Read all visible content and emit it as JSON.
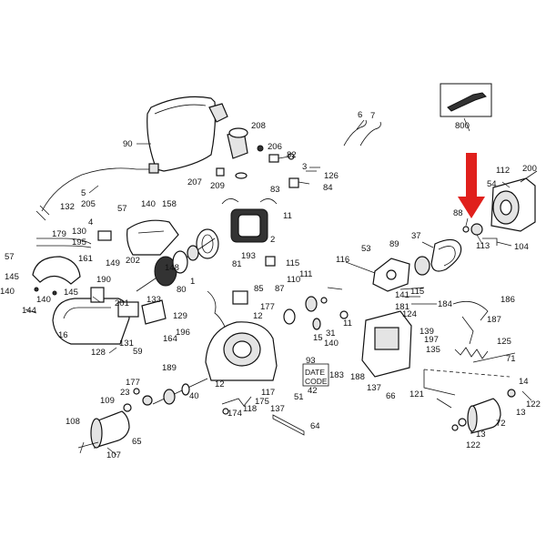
{
  "diagram": {
    "callouts": [
      {
        "id": "c5",
        "text": "5"
      },
      {
        "id": "c6",
        "text": "6"
      },
      {
        "id": "c7",
        "text": "7"
      },
      {
        "id": "c90",
        "text": "90"
      },
      {
        "id": "c208",
        "text": "208"
      },
      {
        "id": "c206",
        "text": "206"
      },
      {
        "id": "c82",
        "text": "82"
      },
      {
        "id": "c3",
        "text": "3"
      },
      {
        "id": "c126",
        "text": "126"
      },
      {
        "id": "c207",
        "text": "207"
      },
      {
        "id": "c209",
        "text": "209"
      },
      {
        "id": "c83",
        "text": "83"
      },
      {
        "id": "c84",
        "text": "84"
      },
      {
        "id": "c800",
        "text": "800"
      },
      {
        "id": "c112",
        "text": "112"
      },
      {
        "id": "c200",
        "text": "200"
      },
      {
        "id": "c54",
        "text": "54"
      },
      {
        "id": "c88",
        "text": "88"
      },
      {
        "id": "c113",
        "text": "113"
      },
      {
        "id": "c104",
        "text": "104"
      },
      {
        "id": "c132",
        "text": "132"
      },
      {
        "id": "c205",
        "text": "205"
      },
      {
        "id": "c140a",
        "text": "140"
      },
      {
        "id": "c158",
        "text": "158"
      },
      {
        "id": "c11a",
        "text": "11"
      },
      {
        "id": "c2",
        "text": "2"
      },
      {
        "id": "c57a",
        "text": "57"
      },
      {
        "id": "c4",
        "text": "4"
      },
      {
        "id": "c179",
        "text": "179"
      },
      {
        "id": "c130",
        "text": "130"
      },
      {
        "id": "c195",
        "text": "195"
      },
      {
        "id": "c161",
        "text": "161"
      },
      {
        "id": "c202",
        "text": "202"
      },
      {
        "id": "c149",
        "text": "149"
      },
      {
        "id": "c81",
        "text": "81"
      },
      {
        "id": "c193",
        "text": "193"
      },
      {
        "id": "c115a",
        "text": "115"
      },
      {
        "id": "c37",
        "text": "37"
      },
      {
        "id": "c53",
        "text": "53"
      },
      {
        "id": "c89",
        "text": "89"
      },
      {
        "id": "c116",
        "text": "116"
      },
      {
        "id": "c57b",
        "text": "57"
      },
      {
        "id": "c145a",
        "text": "145"
      },
      {
        "id": "c140b",
        "text": "140"
      },
      {
        "id": "c140c",
        "text": "140"
      },
      {
        "id": "c145b",
        "text": "145"
      },
      {
        "id": "c190",
        "text": "190"
      },
      {
        "id": "c148",
        "text": "148"
      },
      {
        "id": "c1",
        "text": "1"
      },
      {
        "id": "c80",
        "text": "80"
      },
      {
        "id": "c85",
        "text": "85"
      },
      {
        "id": "c111a",
        "text": "111"
      },
      {
        "id": "c110",
        "text": "110"
      },
      {
        "id": "c87",
        "text": "87"
      },
      {
        "id": "c115b",
        "text": "115"
      },
      {
        "id": "c141",
        "text": "141"
      },
      {
        "id": "c181",
        "text": "181"
      },
      {
        "id": "c186",
        "text": "186"
      },
      {
        "id": "c201",
        "text": "201"
      },
      {
        "id": "c133",
        "text": "133"
      },
      {
        "id": "c144",
        "text": "144"
      },
      {
        "id": "c129",
        "text": "129"
      },
      {
        "id": "c177a",
        "text": "177"
      },
      {
        "id": "c12a",
        "text": "12"
      },
      {
        "id": "c11b",
        "text": "11"
      },
      {
        "id": "c124",
        "text": "124"
      },
      {
        "id": "c184",
        "text": "184"
      },
      {
        "id": "c187",
        "text": "187"
      },
      {
        "id": "c16",
        "text": "16"
      },
      {
        "id": "c131",
        "text": "131"
      },
      {
        "id": "c59",
        "text": "59"
      },
      {
        "id": "c128",
        "text": "128"
      },
      {
        "id": "c164",
        "text": "164"
      },
      {
        "id": "c196",
        "text": "196"
      },
      {
        "id": "c15",
        "text": "15"
      },
      {
        "id": "c31",
        "text": "31"
      },
      {
        "id": "c140d",
        "text": "140"
      },
      {
        "id": "c139",
        "text": "139"
      },
      {
        "id": "c197",
        "text": "197"
      },
      {
        "id": "c135",
        "text": "135"
      },
      {
        "id": "c125",
        "text": "125"
      },
      {
        "id": "c71",
        "text": "71"
      },
      {
        "id": "c93",
        "text": "93"
      },
      {
        "id": "c183",
        "text": "183"
      },
      {
        "id": "c188",
        "text": "188"
      },
      {
        "id": "c137a",
        "text": "137"
      },
      {
        "id": "c66",
        "text": "66"
      },
      {
        "id": "c121",
        "text": "121"
      },
      {
        "id": "c189",
        "text": "189"
      },
      {
        "id": "c40",
        "text": "40"
      },
      {
        "id": "c12b",
        "text": "12"
      },
      {
        "id": "c51",
        "text": "51"
      },
      {
        "id": "c42",
        "text": "42"
      },
      {
        "id": "c177b",
        "text": "177"
      },
      {
        "id": "c23",
        "text": "23"
      },
      {
        "id": "c109",
        "text": "109"
      },
      {
        "id": "c117",
        "text": "117"
      },
      {
        "id": "c175",
        "text": "175"
      },
      {
        "id": "c174",
        "text": "174"
      },
      {
        "id": "c118",
        "text": "118"
      },
      {
        "id": "c137b",
        "text": "137"
      },
      {
        "id": "c64",
        "text": "64"
      },
      {
        "id": "c14",
        "text": "14"
      },
      {
        "id": "c122a",
        "text": "122"
      },
      {
        "id": "c13a",
        "text": "13"
      },
      {
        "id": "c72",
        "text": "72"
      },
      {
        "id": "c13b",
        "text": "13"
      },
      {
        "id": "c122b",
        "text": "122"
      },
      {
        "id": "c108",
        "text": "108"
      },
      {
        "id": "c65",
        "text": "65"
      },
      {
        "id": "c107",
        "text": "107"
      }
    ],
    "date_code": {
      "line1": "DATE",
      "line2": "CODE"
    },
    "highlight_arrow_color": "#e0201c"
  }
}
